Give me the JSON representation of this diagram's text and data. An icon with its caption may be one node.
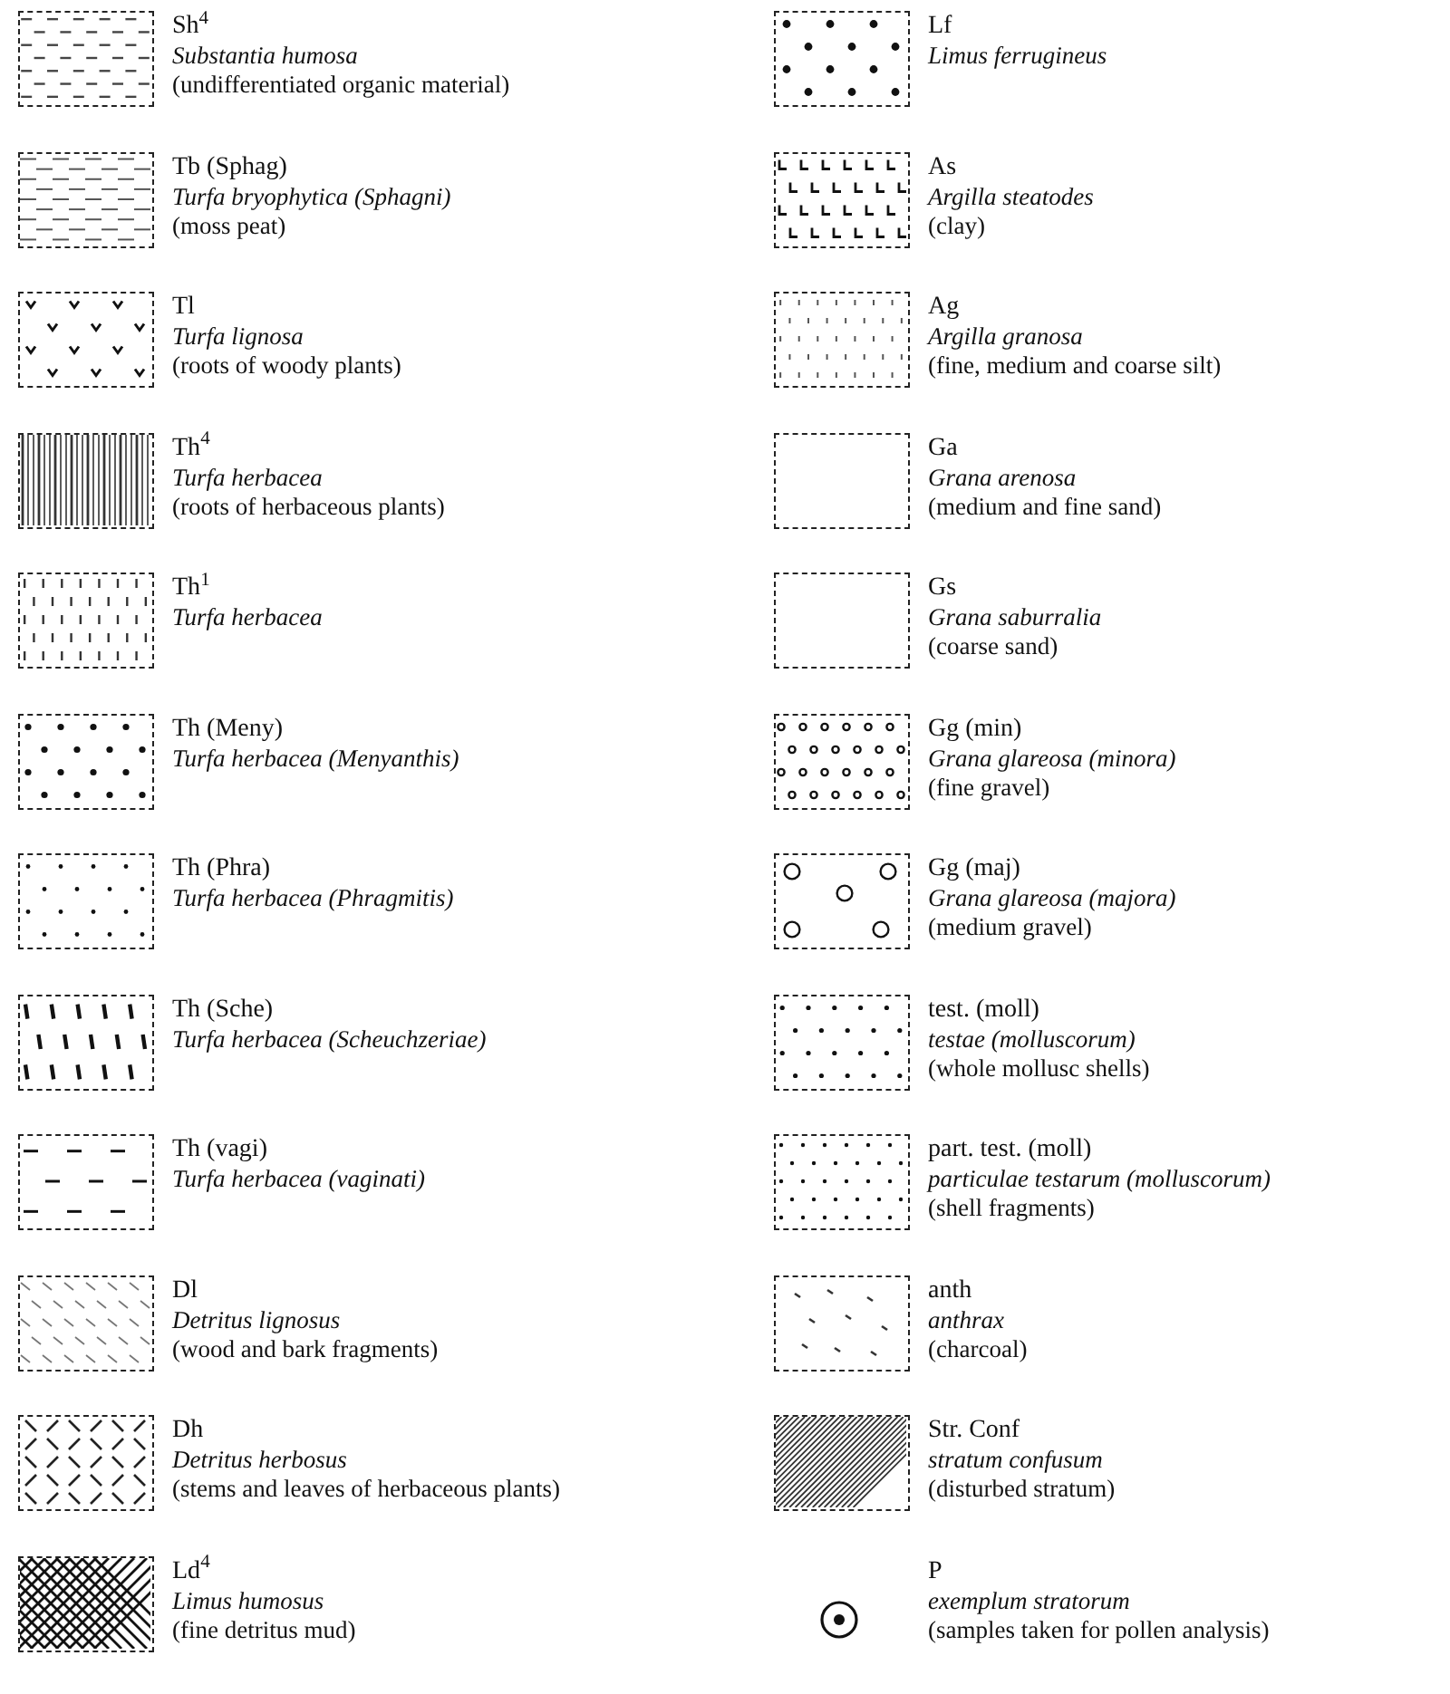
{
  "diagram": {
    "nodes": [
      {
        "text": [],
        "shape": "box",
        "beside": [
          "Sh$^{4}$",
          "Substantia humosa",
          "(undifferentiated organic material)"
        ]
      },
      {
        "text": [],
        "shape": "box",
        "beside": [
          "Tb (Sphag)",
          "Turfa bryophytica (Sphagni)",
          "(moss peat)"
        ]
      },
      {
        "text": [],
        "shape": "box",
        "beside": [
          "Tl",
          "Turfa lignosa",
          "(roots of woody plants)"
        ]
      },
      {
        "text": [],
        "shape": "box",
        "beside": [
          "Th$^{4}$",
          "Turfa herbacea",
          "(roots of herbaceous plants)"
        ]
      },
      {
        "text": [],
        "shape": "box",
        "beside": [
          "Th$^{1}$",
          "Turfa herbacea"
        ]
      },
      {
        "text": [],
        "shape": "box",
        "beside": [
          "Th (Meny)",
          "Turfa herbacea (Menyanthis)"
        ]
      },
      {
        "text": [],
        "shape": "box",
        "beside": [
          "Th (Phra)",
          "Turfa herbacea (Phragmitis)"
        ]
      },
      {
        "text": [],
        "shape": "box",
        "beside": [
          "Th (Sche)",
          "Turfa herbacea (Scheuchzeriae)"
        ]
      },
      {
        "text": [],
        "shape": "box",
        "beside": [
          "Th (vagi)",
          "Turfa herbacea (vaginati)"
        ]
      },
      {
        "text": [],
        "shape": "box",
        "beside": [
          "Dl",
          "Detritus lignosus",
          "(wood and bark fragments)"
        ]
      },
      {
        "text": [],
        "shape": "box",
        "beside": [
          "Dh",
          "Detritus herbosus",
          "(stems and leaves of herbaceous plants)"
        ]
      },
      {
        "text": [],
        "shape": "box",
        "beside": [
          "Ld$^{4}$",
          "Limus humosus",
          "(fine detritus mud)"
        ]
      },
      {
        "text": [],
        "shape": "box",
        "beside": [
          "Lf",
          "Limus ferrugineus"
        ]
      },
      {
        "text": [],
        "shape": "box",
        "beside": [
          "As",
          "Argilla steatodes",
          "(clay)"
        ]
      },
      {
        "text": [],
        "shape": "box",
        "beside": [
          "Ag",
          "Argilla granosa",
          "(fine, medium and coarse silt)"
        ]
      },
      {
        "text": [],
        "shape": "box",
        "beside": [
          "Ga",
          "Grana arenosa",
          "(medium and fine sand)"
        ]
      },
      {
        "text": [],
        "shape": "box",
        "beside": [
          "Gs",
          "Grana saburralia",
          "(coarse sand)"
        ]
      },
      {
        "text": [],
        "shape": "box",
        "beside": [
          "Gg (min)",
          "Grana glareosa (minora)",
          "(fine gravel)"
        ]
      },
      {
        "text": [],
        "shape": "box",
        "beside": [
          "Gg (maj)",
          "Grana glareosa (majora)",
          "(medium gravel)"
        ]
      },
      {
        "text": [],
        "shape": "box",
        "beside": [
          "test. (moll)",
          "testae (molluscorum)",
          "(whole mollusc shells)"
        ]
      },
      {
        "text": [],
        "shape": "box",
        "beside": [
          "part. test. (moll)",
          "particulae testarum (molluscorum)",
          "(shell fragments)"
        ]
      },
      {
        "text": [],
        "shape": "box",
        "beside": [
          "anth",
          "anthrax",
          "(charcoal)"
        ]
      },
      {
        "text": [],
        "shape": "box",
        "beside": [
          "Str. Conf",
          "stratum confusum",
          "(disturbed stratum)"
        ]
      },
      {
        "text": [],
        "shape": "circle",
        "beside": [
          "P",
          "exemplum stratorum",
          "(samples taken for pollen analysis)"
        ]
      }
    ]
  }
}
